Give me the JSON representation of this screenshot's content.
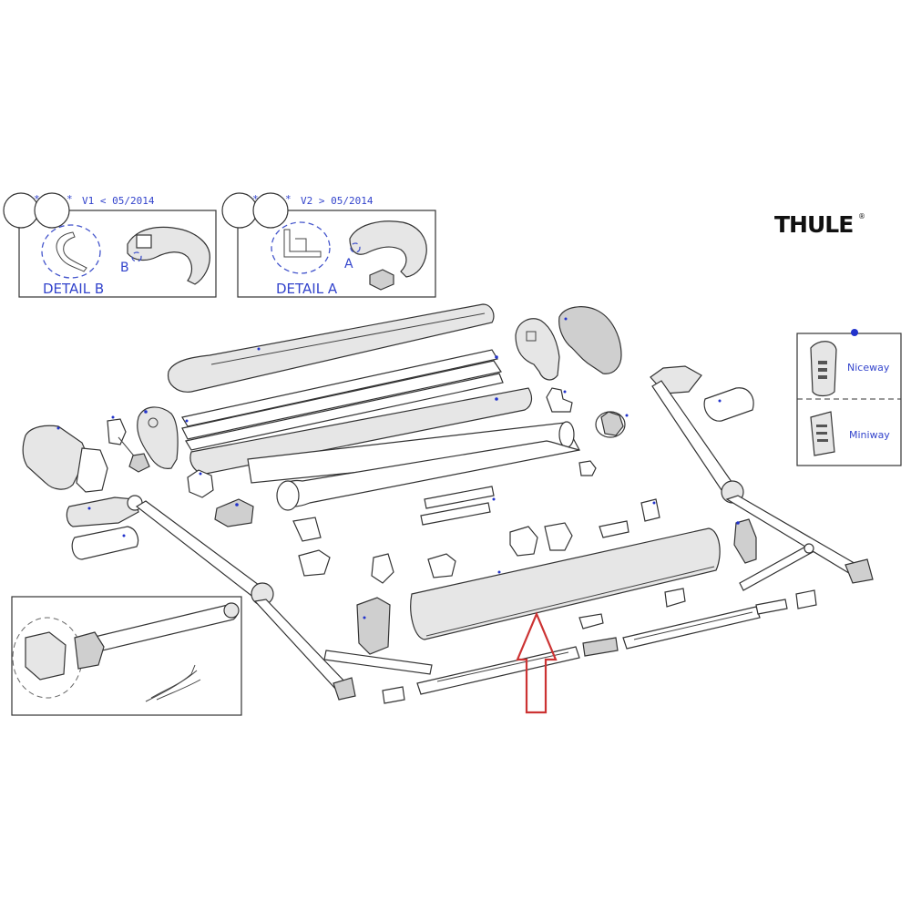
{
  "brand": {
    "logo_text": "THULE",
    "registered": "®"
  },
  "detail_b": {
    "version_label": "V1 < 05/2014",
    "star_a": "*",
    "star_b": "*",
    "title": "DETAIL B",
    "callout": "B"
  },
  "detail_a": {
    "version_label": "V2 > 05/2014",
    "star_a": "*",
    "star_b": "*",
    "title": "DETAIL A",
    "callout": "A"
  },
  "legend": {
    "items": [
      {
        "label": "Niceway",
        "icon": "remote-control-icon"
      },
      {
        "label": "Miniway",
        "icon": "remote-control-small-icon"
      }
    ]
  },
  "highlight": {
    "color": "#cc3333",
    "target": "front-bar"
  },
  "colors": {
    "line": "#333333",
    "label": "#3344cc",
    "marker": "#2233cc"
  }
}
